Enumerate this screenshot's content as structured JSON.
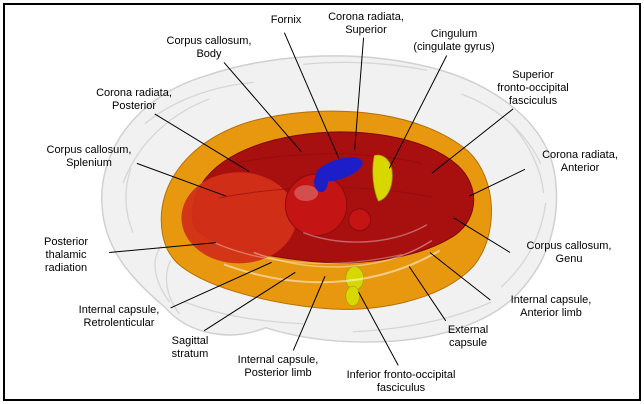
{
  "figure": {
    "subject": "Brain white matter tracts, sagittal view (glass brain)",
    "labels": {
      "fornix": "Fornix",
      "corona_radiata_superior": "Corona radiata,\nSuperior",
      "cingulum": "Cingulum\n(cingulate gyrus)",
      "corpus_callosum_body": "Corpus callosum,\nBody",
      "superior_fronto_occipital_fasciculus": "Superior\nfronto-occipital\nfasciculus",
      "corona_radiata_posterior": "Corona radiata,\nPosterior",
      "corona_radiata_anterior": "Corona radiata,\nAnterior",
      "corpus_callosum_splenium": "Corpus callosum,\nSplenium",
      "corpus_callosum_genu": "Corpus callosum,\nGenu",
      "posterior_thalamic_radiation": "Posterior\nthalamic\nradiation",
      "internal_capsule_anterior_limb": "Internal capsule,\nAnterior limb",
      "internal_capsule_retrolenticular": "Internal capsule,\nRetrolenticular",
      "sagittal_stratum": "Sagittal\nstratum",
      "external_capsule": "External\ncapsule",
      "internal_capsule_posterior_limb": "Internal capsule,\nPosterior limb",
      "inferior_fronto_occipital_fasciculus": "Inferior fronto-occipital\nfasciculus"
    },
    "colors": {
      "brain_glass": "#efefef",
      "brain_stroke": "#cfcfcf",
      "gyri": "#d8d8d8",
      "orange_tract": "#E8980E",
      "red_dark": "#A80F0F",
      "red_bright": "#D23018",
      "red_ball": "#C41414",
      "fornix_blue": "#1E1EC8",
      "cingulum_yellow": "#D8D800",
      "leader_line": "#000000"
    }
  }
}
